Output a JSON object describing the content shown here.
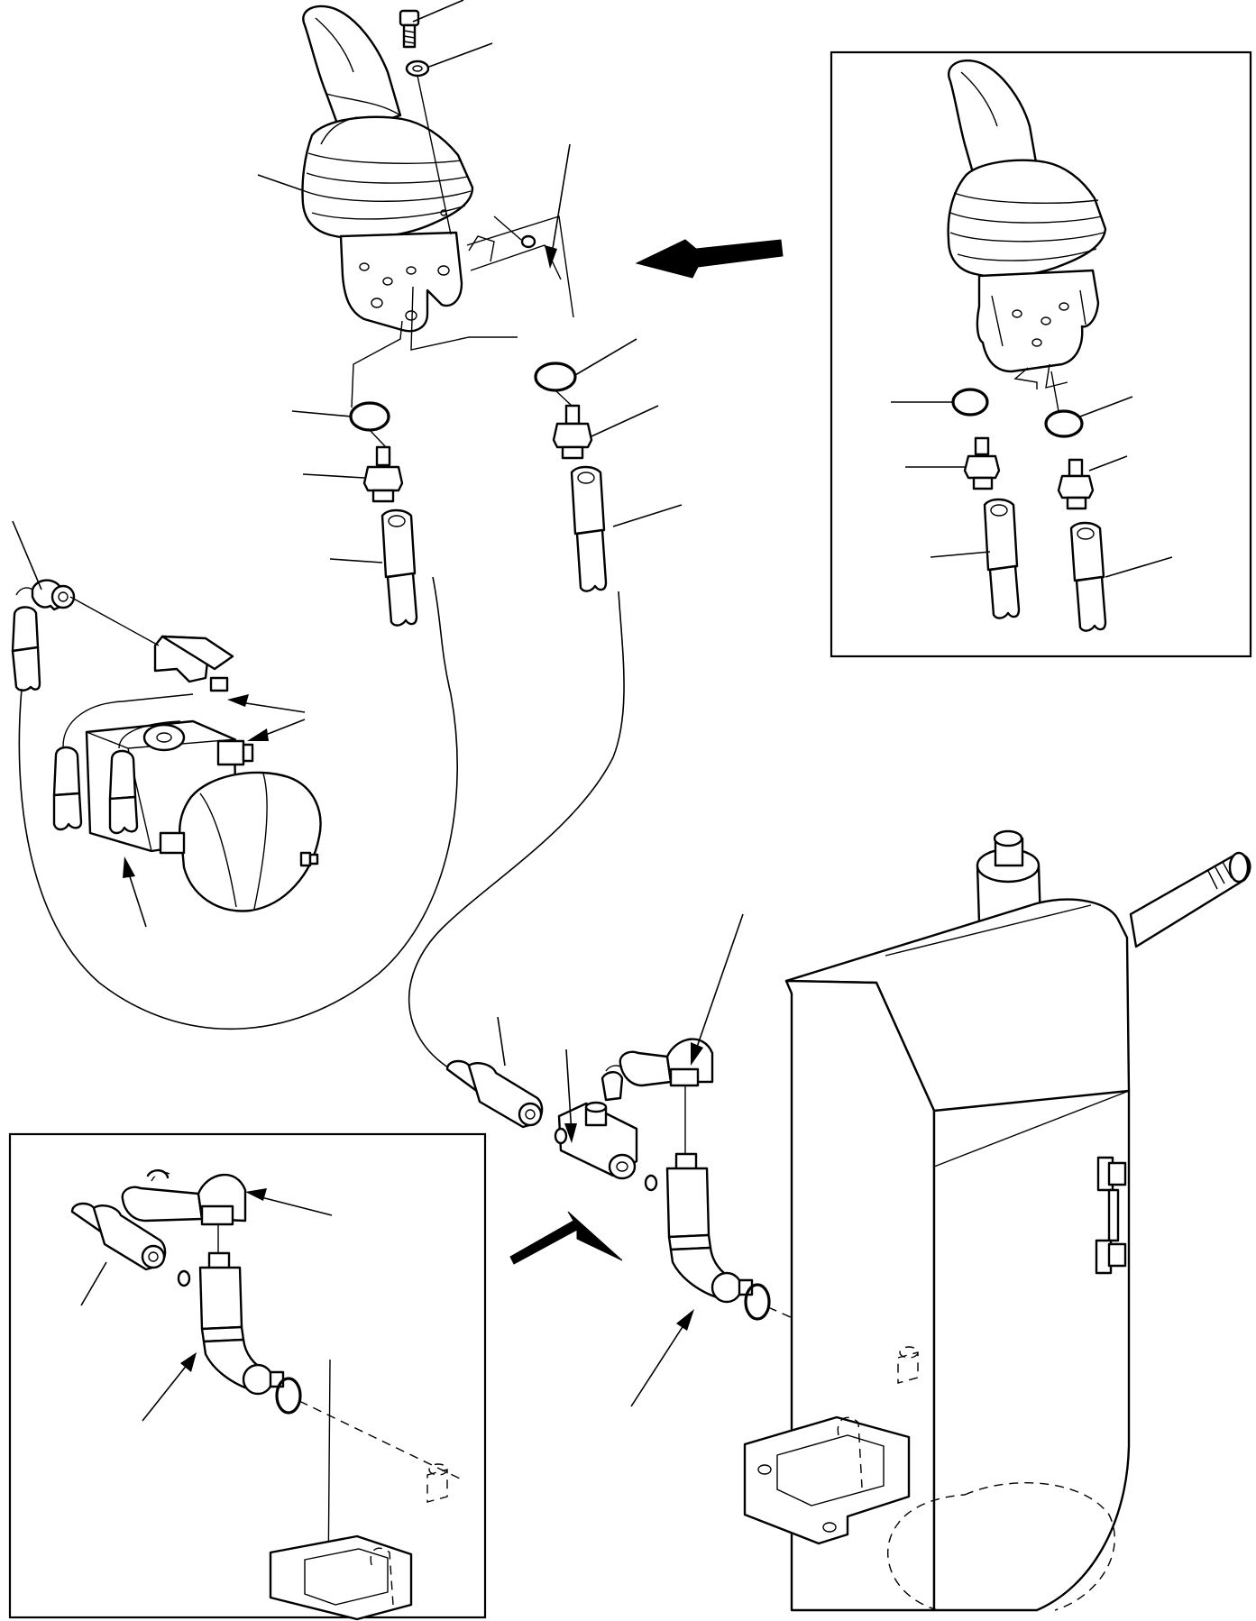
{
  "diagram": {
    "type": "exploded-parts-illustration",
    "inset_frames": [
      "upper-right-joystick-variant",
      "lower-left-tank-fitting-variant"
    ],
    "colors": {
      "line": "#000000",
      "background": "#ffffff"
    }
  }
}
